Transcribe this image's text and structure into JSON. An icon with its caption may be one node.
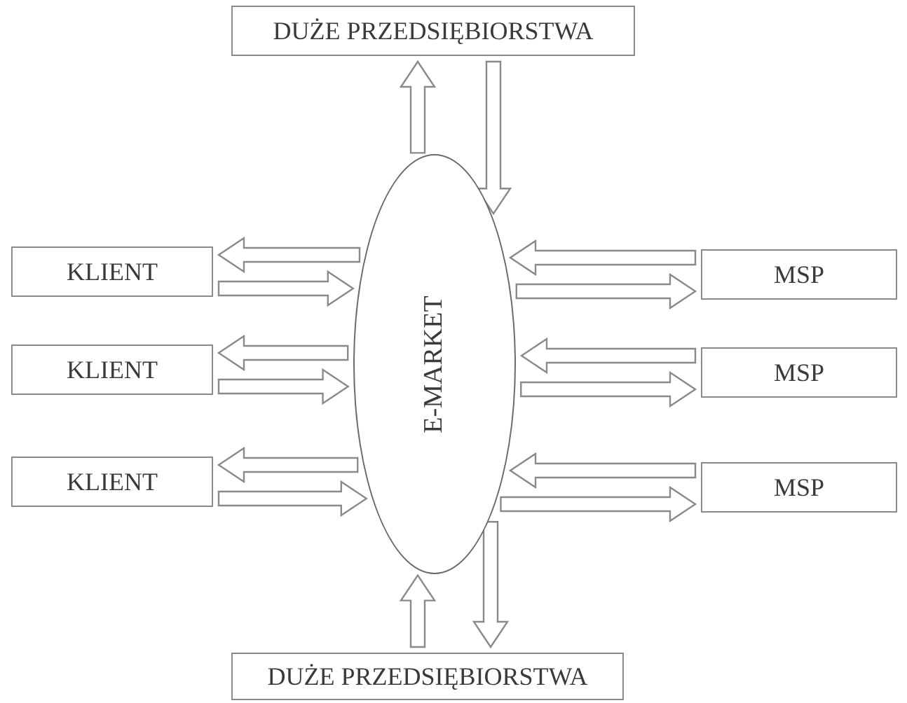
{
  "diagram": {
    "nodes": [
      {
        "text": [
          "DUŻE PRZEDSIĘBIORSTWA"
        ]
      },
      {
        "text": [
          "KLIENT"
        ]
      },
      {
        "text": [
          "KLIENT"
        ]
      },
      {
        "text": [
          "KLIENT"
        ]
      },
      {
        "text": [
          "E-MARKET"
        ]
      },
      {
        "text": [
          "MSP"
        ]
      },
      {
        "text": [
          "MSP"
        ]
      },
      {
        "text": [
          "MSP"
        ]
      },
      {
        "text": [
          "DUŻE PRZEDSIĘBIORSTWA"
        ]
      }
    ],
    "edges": [
      {
        "from": 4,
        "to": 0,
        "arrow": "to"
      },
      {
        "from": 0,
        "to": 4,
        "arrow": "to"
      },
      {
        "from": 4,
        "to": 1,
        "arrow": "to"
      },
      {
        "from": 1,
        "to": 4,
        "arrow": "to"
      },
      {
        "from": 4,
        "to": 2,
        "arrow": "to"
      },
      {
        "from": 2,
        "to": 4,
        "arrow": "to"
      },
      {
        "from": 4,
        "to": 3,
        "arrow": "to"
      },
      {
        "from": 3,
        "to": 4,
        "arrow": "to"
      },
      {
        "from": 5,
        "to": 4,
        "arrow": "to"
      },
      {
        "from": 4,
        "to": 5,
        "arrow": "to"
      },
      {
        "from": 6,
        "to": 4,
        "arrow": "to"
      },
      {
        "from": 4,
        "to": 6,
        "arrow": "to"
      },
      {
        "from": 7,
        "to": 4,
        "arrow": "to"
      },
      {
        "from": 4,
        "to": 7,
        "arrow": "to"
      },
      {
        "from": 8,
        "to": 4,
        "arrow": "to"
      },
      {
        "from": 4,
        "to": 8,
        "arrow": "to"
      }
    ]
  }
}
